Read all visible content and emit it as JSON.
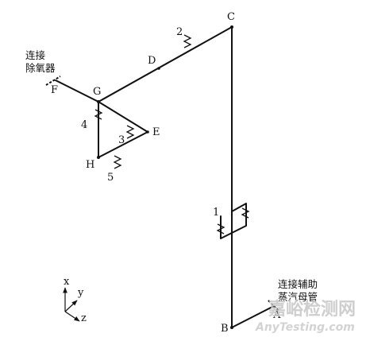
{
  "nodes": {
    "A": "A",
    "B": "B",
    "C": "C",
    "D": "D",
    "E": "E",
    "F": "F",
    "G": "G",
    "H": "H"
  },
  "supports": {
    "s1": "1",
    "s2": "2",
    "s3": "3",
    "s4": "4",
    "s5": "5"
  },
  "annotations": {
    "deaerator_line1": "连接",
    "deaerator_line2": "除氧器",
    "aux_steam_line1": "连接辅助",
    "aux_steam_line2": "蒸汽母管"
  },
  "axes": {
    "x": "x",
    "y": "y",
    "z": "z"
  },
  "watermark": {
    "cn": "嘉峪检测网",
    "en": "AnyTesting.com"
  },
  "colors": {
    "line": "#111111",
    "watermark": "#c9c9c9"
  }
}
